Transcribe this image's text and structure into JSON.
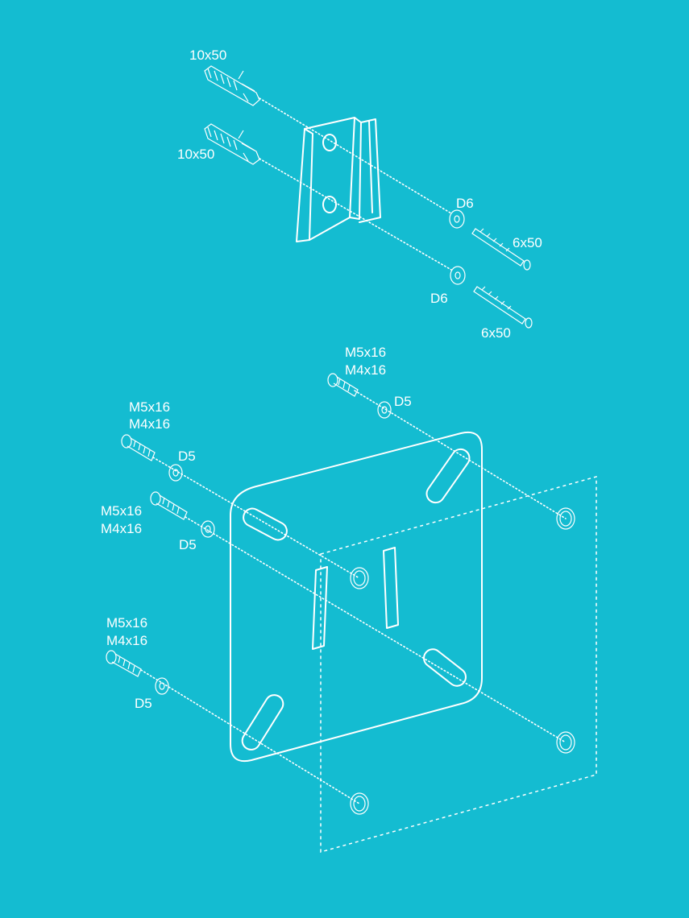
{
  "colors": {
    "background": "#14bcd1",
    "lines": "#ffffff"
  },
  "labels": {
    "anchor_top": "10x50",
    "anchor_bottom": "10x50",
    "washer_d6_top": "D6",
    "washer_d6_bottom": "D6",
    "screw_6x50_top": "6x50",
    "screw_6x50_bottom": "6x50",
    "bolt_top_a": "M5x16",
    "bolt_top_b": "M4x16",
    "washer_d5_top": "D5",
    "bolt_left1_a": "M5x16",
    "bolt_left1_b": "M4x16",
    "washer_d5_left1": "D5",
    "bolt_left2_a": "M5x16",
    "bolt_left2_b": "M4x16",
    "washer_d5_left2": "D5",
    "bolt_left3_a": "M5x16",
    "bolt_left3_b": "M4x16",
    "washer_d5_left3": "D5"
  }
}
